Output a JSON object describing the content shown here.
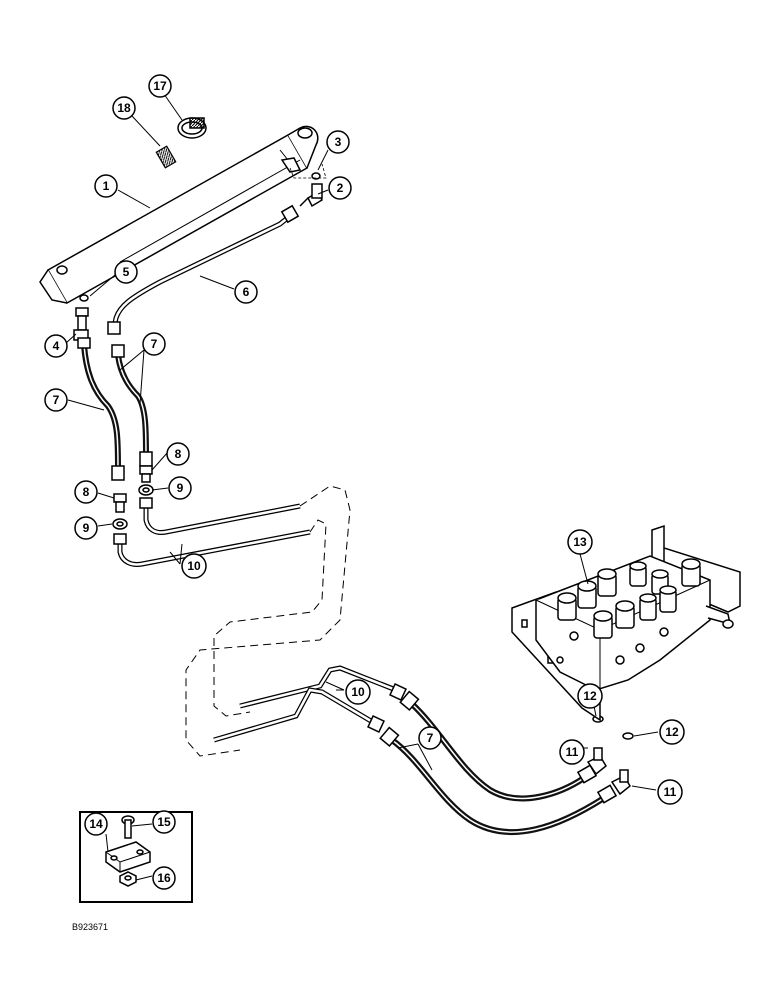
{
  "figure": {
    "id": "B923671"
  },
  "colors": {
    "line": "#000000",
    "paper": "#ffffff",
    "hose": "#111111"
  },
  "callouts": [
    {
      "key": "c1",
      "label": "1"
    },
    {
      "key": "c2",
      "label": "2"
    },
    {
      "key": "c3",
      "label": "3"
    },
    {
      "key": "c4",
      "label": "4"
    },
    {
      "key": "c5",
      "label": "5"
    },
    {
      "key": "c6",
      "label": "6"
    },
    {
      "key": "c7a",
      "label": "7"
    },
    {
      "key": "c7b",
      "label": "7"
    },
    {
      "key": "c7c",
      "label": "7"
    },
    {
      "key": "c8a",
      "label": "8"
    },
    {
      "key": "c8b",
      "label": "8"
    },
    {
      "key": "c9a",
      "label": "9"
    },
    {
      "key": "c9b",
      "label": "9"
    },
    {
      "key": "c10a",
      "label": "10"
    },
    {
      "key": "c10b",
      "label": "10"
    },
    {
      "key": "c11a",
      "label": "11"
    },
    {
      "key": "c11b",
      "label": "11"
    },
    {
      "key": "c12a",
      "label": "12"
    },
    {
      "key": "c12b",
      "label": "12"
    },
    {
      "key": "c13",
      "label": "13"
    },
    {
      "key": "c14",
      "label": "14"
    },
    {
      "key": "c15",
      "label": "15"
    },
    {
      "key": "c16",
      "label": "16"
    },
    {
      "key": "c17",
      "label": "17"
    },
    {
      "key": "c18",
      "label": "18"
    }
  ]
}
